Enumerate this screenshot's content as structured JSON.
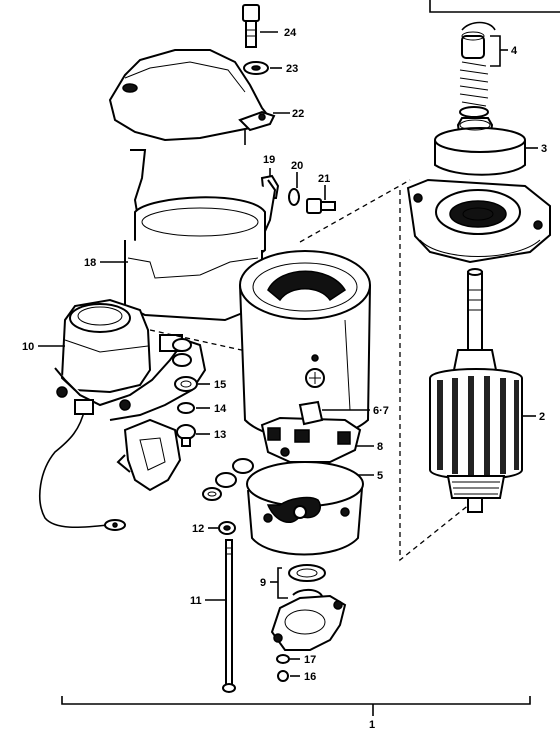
{
  "diagram": {
    "callouts": {
      "p1": "1",
      "p2": "2",
      "p3": "3",
      "p4": "4",
      "p5": "5",
      "p6_7": "6·7",
      "p8": "8",
      "p9": "9",
      "p10": "10",
      "p11": "11",
      "p12": "12",
      "p13": "13",
      "p14": "14",
      "p15": "15",
      "p16": "16",
      "p17": "17",
      "p18": "18",
      "p19": "19",
      "p20": "20",
      "p21": "21",
      "p22": "22",
      "p23": "23",
      "p24": "24"
    }
  }
}
